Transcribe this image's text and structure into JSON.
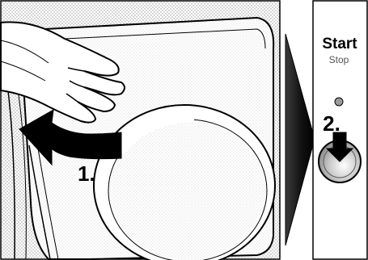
{
  "panel": {
    "start_label": "Start",
    "stop_label": "Stop"
  },
  "steps": {
    "step1": "1.",
    "step2": "2."
  },
  "icons": {
    "hand": "hand-icon",
    "rotate_arrow": "curved-arrow-left-icon",
    "transition_arrow": "large-right-arrow-icon",
    "press_arrow": "down-arrow-icon",
    "indicator": "indicator-light-icon",
    "button": "round-button-icon"
  },
  "colors": {
    "ink": "#000000",
    "paper": "#ffffff",
    "shade_light": "#d9d9d9",
    "shade_mid": "#b5b5b5",
    "shade_dark": "#8c8c8c"
  }
}
